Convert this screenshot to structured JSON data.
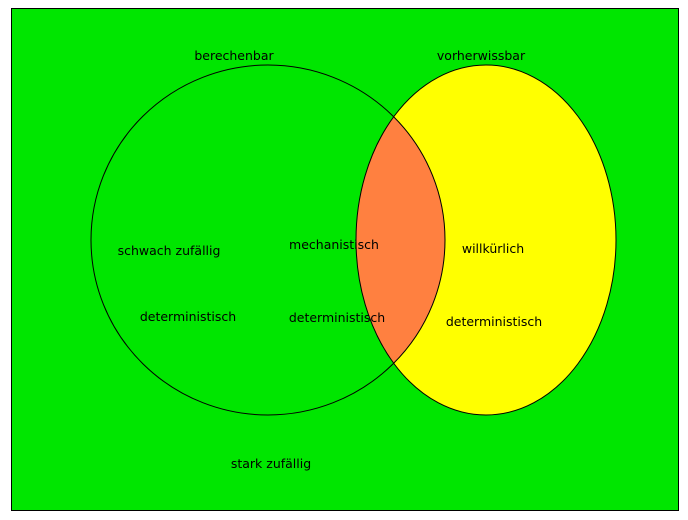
{
  "sets": {
    "left": {
      "label": "berechenbar",
      "region_label": "schwach zufällig",
      "region_sublabel": "deterministisch"
    },
    "right": {
      "label": "vorherwissbar",
      "region_label": "willkürlich",
      "region_sublabel": "deterministisch"
    },
    "intersection": {
      "label": "mechanistisch",
      "sublabel": "deterministisch"
    },
    "outside": {
      "label": "stark zufällig"
    }
  },
  "colors": {
    "background": "#00e600",
    "border": "#000000",
    "right_set": "#ffff00",
    "intersection": "#ff8040",
    "outline": "#000000"
  }
}
